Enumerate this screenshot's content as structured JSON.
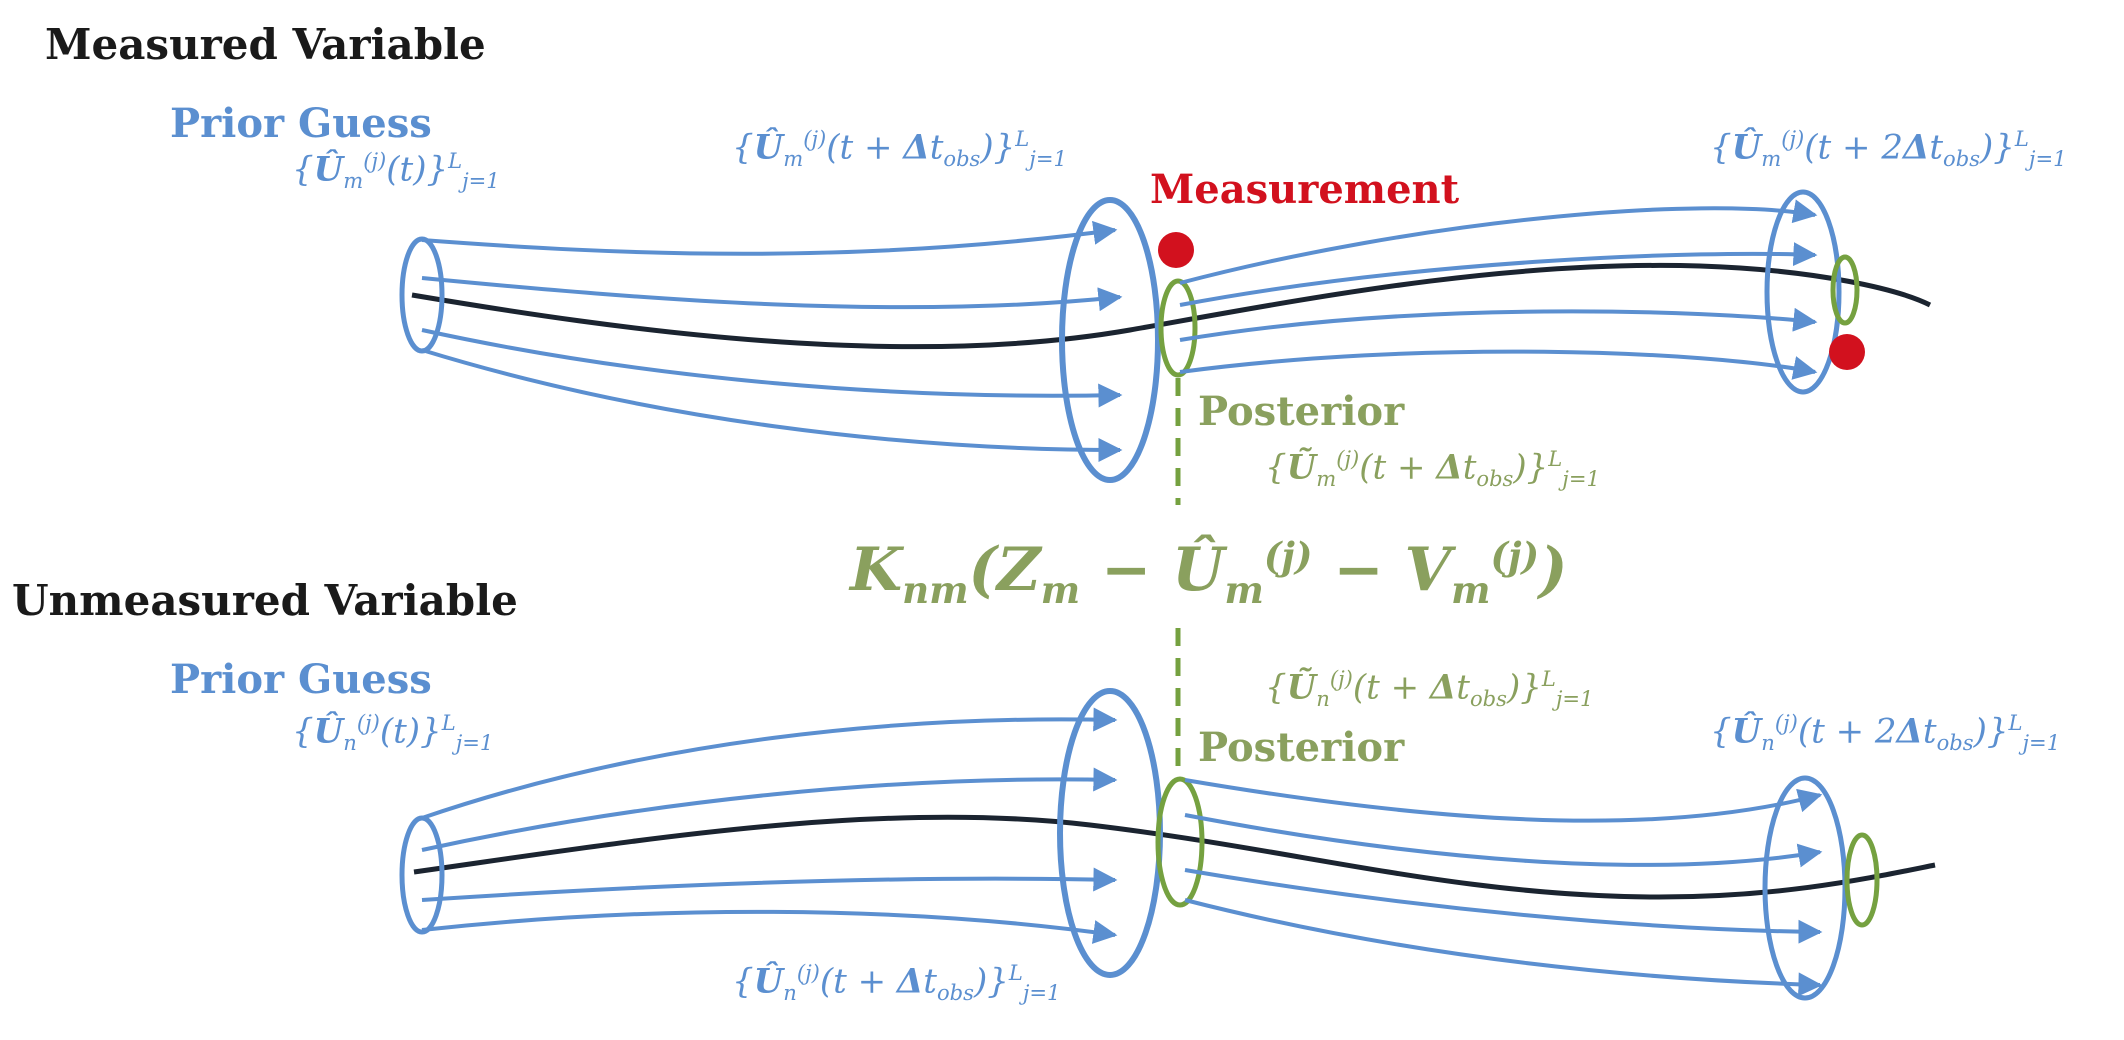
{
  "colors": {
    "prior": "#5b8fd0",
    "posterior": "#75a140",
    "posterior_text": "#8aa05e",
    "measurement": "#d2111e",
    "truth": "#1b2430"
  },
  "measured": {
    "title": "Measured Variable",
    "prior_label": "Prior Guess",
    "measurement_label": "Measurement",
    "posterior_label": "Posterior"
  },
  "unmeasured": {
    "title": "Unmeasured Variable",
    "prior_label": "Prior Guess",
    "posterior_label": "Posterior"
  }
}
